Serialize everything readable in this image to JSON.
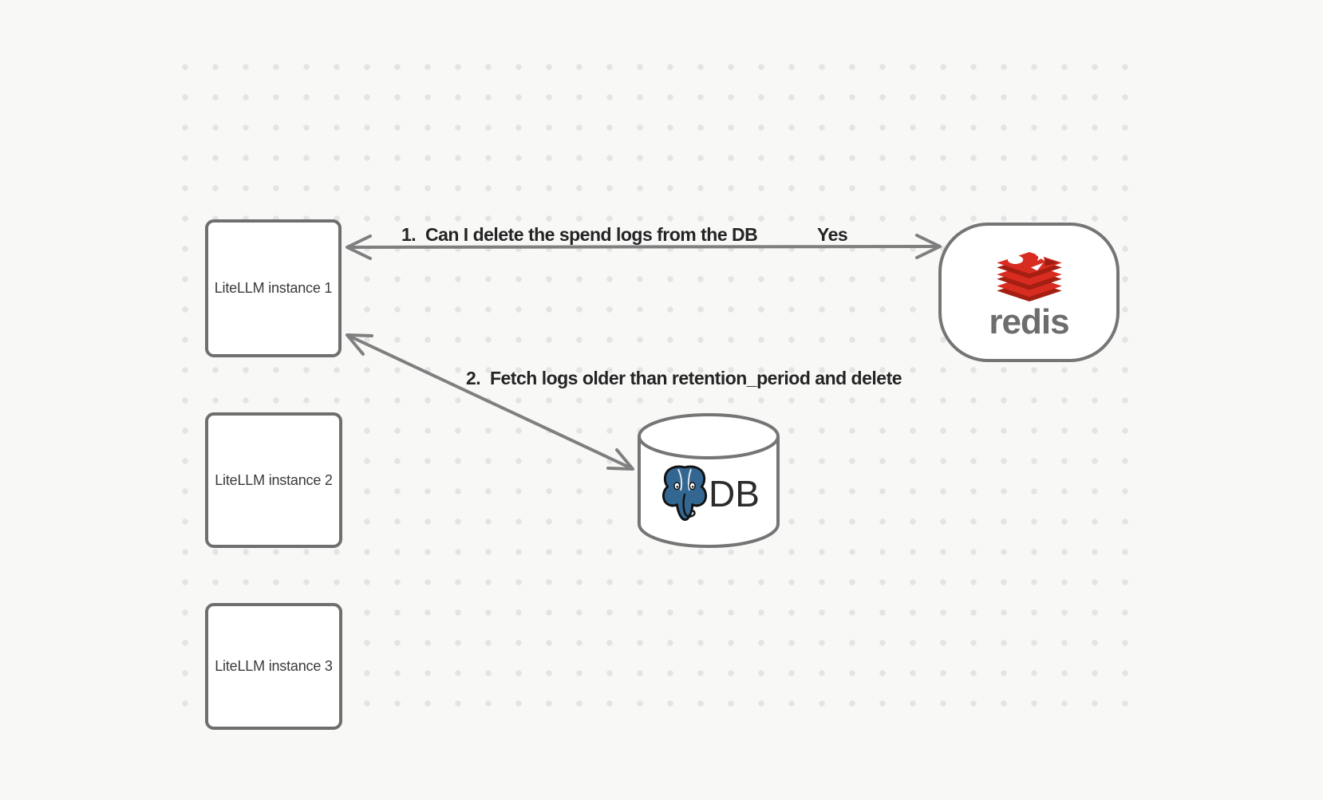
{
  "canvas": {
    "kind": "whiteboard-diagram",
    "background": "#f8f8f7",
    "grid_dot_color": "#e4e4e4"
  },
  "colors": {
    "shape_border": "#6f6f6f",
    "arrow": "#7f7f7f",
    "annotation_text": "#242424",
    "node_label_text": "#3a3a3a",
    "redis_red": "#d82c20",
    "redis_red_dark": "#a41e11",
    "redis_wordmark_gray": "#6d6d6d",
    "postgres_blue": "#336791",
    "db_label_text": "#2b2b2b"
  },
  "icons": {
    "redis": "redis-stack-logo",
    "db": "postgresql-elephant-logo"
  },
  "nodes": {
    "instances": [
      {
        "label": "LiteLLM instance 1"
      },
      {
        "label": "LiteLLM instance 2"
      },
      {
        "label": "LiteLLM instance 3"
      }
    ],
    "redis": {
      "wordmark": "redis"
    },
    "db": {
      "label": "DB"
    }
  },
  "annotations": {
    "edge1_label": "1.  Can I delete the spend logs from the DB",
    "edge1_response": "Yes",
    "edge2_label": "2.  Fetch logs older than retention_period and delete"
  },
  "edges": [
    {
      "label": "1.  Can I delete the spend logs from the DB",
      "response": "Yes",
      "between": [
        "LiteLLM instance 1",
        "redis"
      ],
      "direction": "bidirectional"
    },
    {
      "label": "2.  Fetch logs older than retention_period and delete",
      "between": [
        "LiteLLM instance 1",
        "DB"
      ],
      "direction": "bidirectional"
    }
  ]
}
